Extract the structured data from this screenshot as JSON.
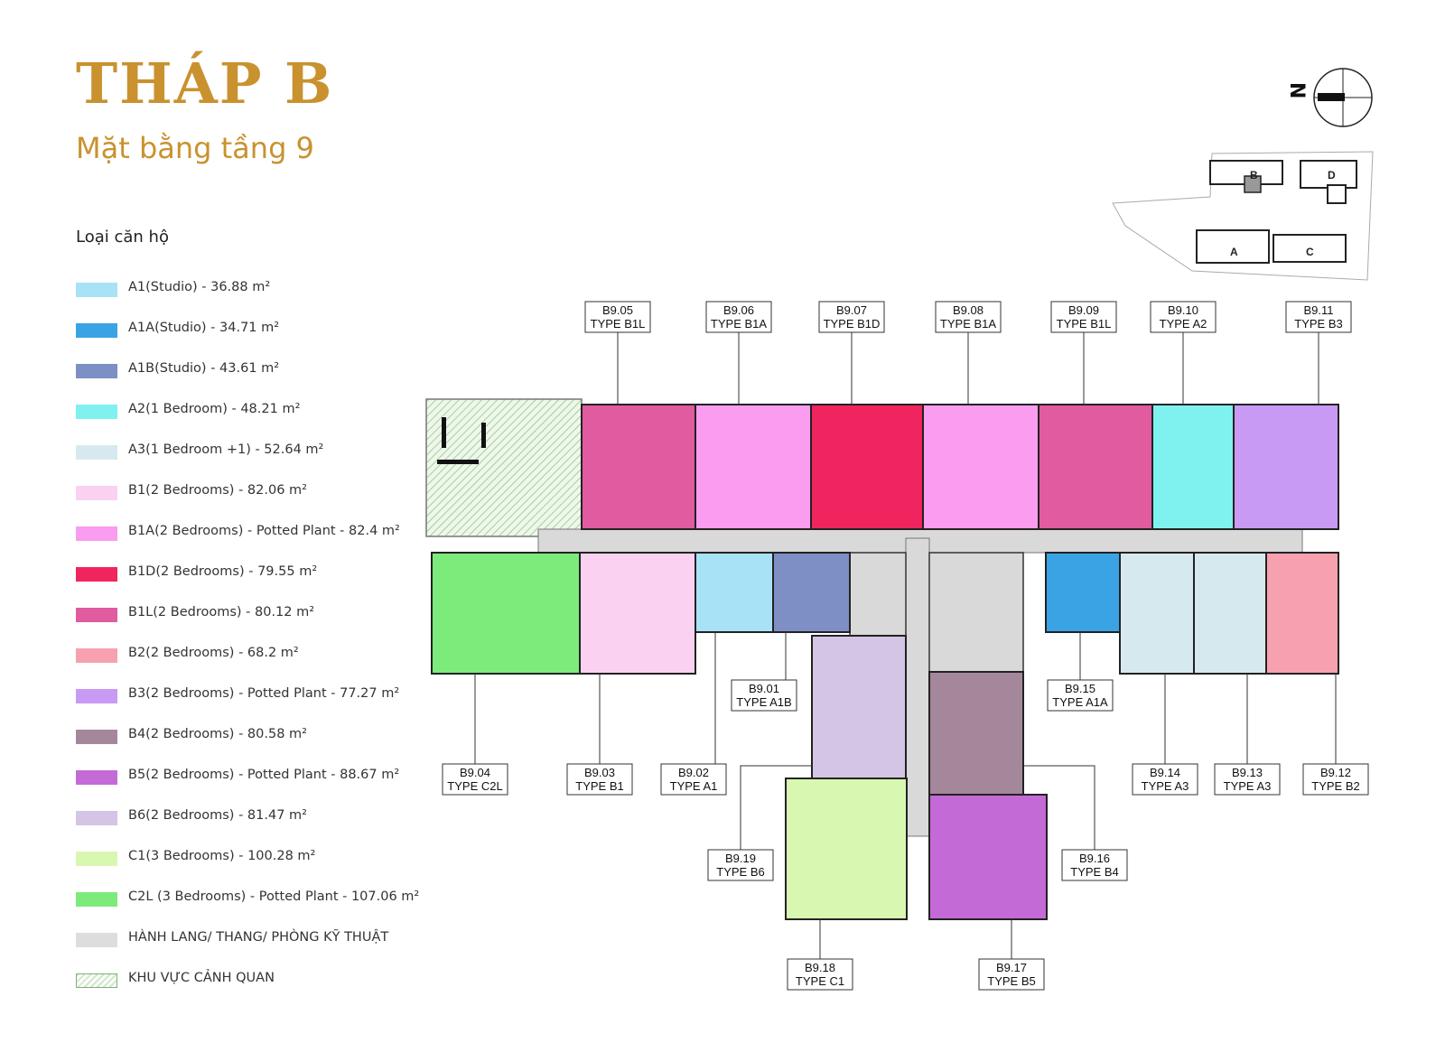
{
  "header": {
    "title": "THÁP B",
    "subtitle": "Mặt bằng tầng 9"
  },
  "legend": {
    "title": "Loại căn hộ",
    "items": [
      {
        "label": "A1(Studio) - 36.88 m²",
        "color": "#a8e2f6"
      },
      {
        "label": "A1A(Studio) - 34.71 m²",
        "color": "#3aa3e4"
      },
      {
        "label": "A1B(Studio) - 43.61 m²",
        "color": "#7d8fc4"
      },
      {
        "label": "A2(1 Bedroom) - 48.21 m²",
        "color": "#7ff2f0"
      },
      {
        "label": "A3(1 Bedroom +1) - 52.64 m²",
        "color": "#d6e9ee"
      },
      {
        "label": "B1(2 Bedrooms) - 82.06 m²",
        "color": "#fbd1f2"
      },
      {
        "label": "B1A(2 Bedrooms) - Potted Plant - 82.4 m²",
        "color": "#fa9cf0"
      },
      {
        "label": "B1D(2 Bedrooms) - 79.55 m²",
        "color": "#f0245e"
      },
      {
        "label": "B1L(2 Bedrooms) - 80.12 m²",
        "color": "#e05b9f"
      },
      {
        "label": "B2(2 Bedrooms) - 68.2 m²",
        "color": "#f7a1b0"
      },
      {
        "label": "B3(2 Bedrooms) - Potted Plant - 77.27 m²",
        "color": "#c89af3"
      },
      {
        "label": "B4(2 Bedrooms) - 80.58 m²",
        "color": "#a4879a"
      },
      {
        "label": "B5(2 Bedrooms) - Potted Plant - 88.67 m²",
        "color": "#c36ad6"
      },
      {
        "label": "B6(2 Bedrooms) - 81.47 m²",
        "color": "#d4c4e6"
      },
      {
        "label": "C1(3 Bedrooms) - 100.28 m²",
        "color": "#d8f7b0"
      },
      {
        "label": "C2L (3 Bedrooms) - Potted Plant - 107.06 m²",
        "color": "#7ceb7c"
      },
      {
        "label": "HÀNH LANG/ THANG/ PHÒNG KỸ THUẬT",
        "color": "#dddddd"
      },
      {
        "label": "KHU VỰC CẢNH QUAN",
        "color": "hatch"
      }
    ]
  },
  "compass": {
    "label": "N"
  },
  "site_plan": {
    "blocks": [
      "B",
      "D",
      "A",
      "C"
    ]
  },
  "units": [
    {
      "code": "B9.01",
      "type": "TYPE A1B"
    },
    {
      "code": "B9.02",
      "type": "TYPE A1"
    },
    {
      "code": "B9.03",
      "type": "TYPE B1"
    },
    {
      "code": "B9.04",
      "type": "TYPE C2L"
    },
    {
      "code": "B9.05",
      "type": "TYPE B1L"
    },
    {
      "code": "B9.06",
      "type": "TYPE B1A"
    },
    {
      "code": "B9.07",
      "type": "TYPE B1D"
    },
    {
      "code": "B9.08",
      "type": "TYPE B1A"
    },
    {
      "code": "B9.09",
      "type": "TYPE B1L"
    },
    {
      "code": "B9.10",
      "type": "TYPE A2"
    },
    {
      "code": "B9.11",
      "type": "TYPE B3"
    },
    {
      "code": "B9.12",
      "type": "TYPE B2"
    },
    {
      "code": "B9.13",
      "type": "TYPE A3"
    },
    {
      "code": "B9.14",
      "type": "TYPE A3"
    },
    {
      "code": "B9.15",
      "type": "TYPE A1A"
    },
    {
      "code": "B9.16",
      "type": "TYPE B4"
    },
    {
      "code": "B9.17",
      "type": "TYPE B5"
    },
    {
      "code": "B9.18",
      "type": "TYPE C1"
    },
    {
      "code": "B9.19",
      "type": "TYPE B6"
    }
  ]
}
